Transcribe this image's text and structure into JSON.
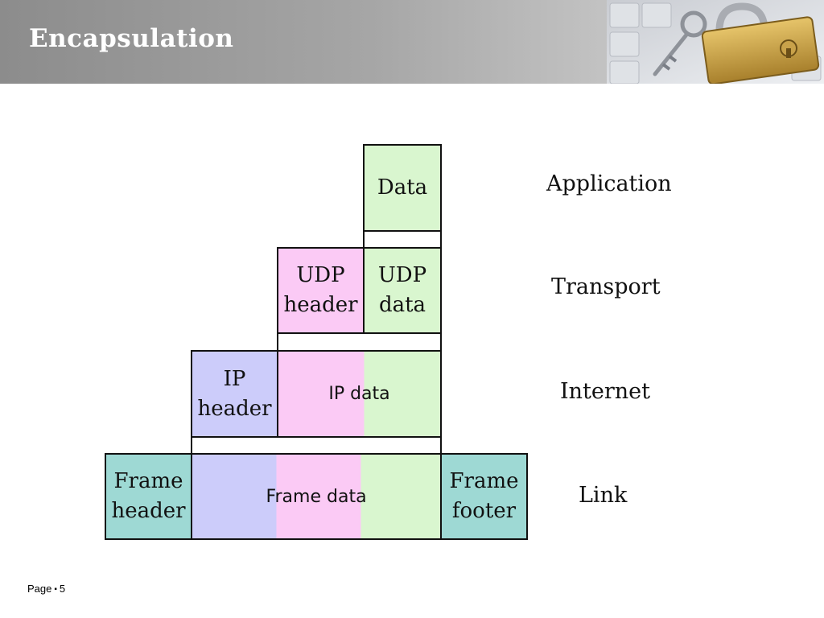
{
  "slide": {
    "title": "Encapsulation"
  },
  "diagram": {
    "application": {
      "data": "Data"
    },
    "transport": {
      "udp_header": "UDP header",
      "udp_data": "UDP data"
    },
    "internet": {
      "ip_header": "IP header",
      "ip_data": "IP data"
    },
    "link": {
      "frame_header": "Frame header",
      "frame_data": "Frame data",
      "frame_footer": "Frame footer"
    },
    "layers": [
      "Application",
      "Transport",
      "Internet",
      "Link"
    ]
  },
  "footer": {
    "page_label": "Page",
    "separator": "▪",
    "page_number": "5"
  },
  "colors": {
    "green": "#d9f6cf",
    "pink": "#fbcaf5",
    "blue": "#ccccfa",
    "teal": "#9ed9d4"
  },
  "icons": {
    "header_image": "padlock-and-keys-photo"
  }
}
